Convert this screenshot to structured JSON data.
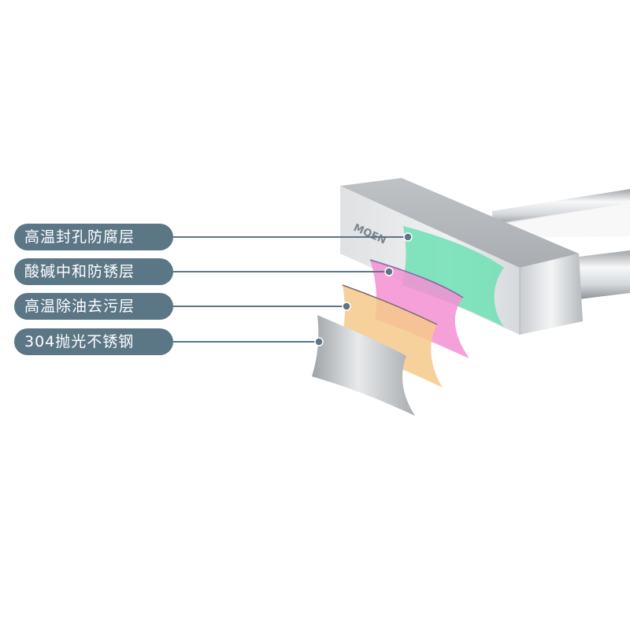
{
  "product": {
    "brand_logo": "MOEN"
  },
  "layers": [
    {
      "label": "高温封孔防腐层",
      "color": "#7ee0bd"
    },
    {
      "label": "酸碱中和防锈层",
      "color": "#f59ad8"
    },
    {
      "label": "高温除油去污层",
      "color": "#f6c98e"
    },
    {
      "label": "304抛光不锈钢",
      "color": "#b9bcbf"
    }
  ],
  "colors": {
    "pill_background": "#5b7786",
    "pill_text": "#ffffff",
    "connector": "#5b7786"
  }
}
